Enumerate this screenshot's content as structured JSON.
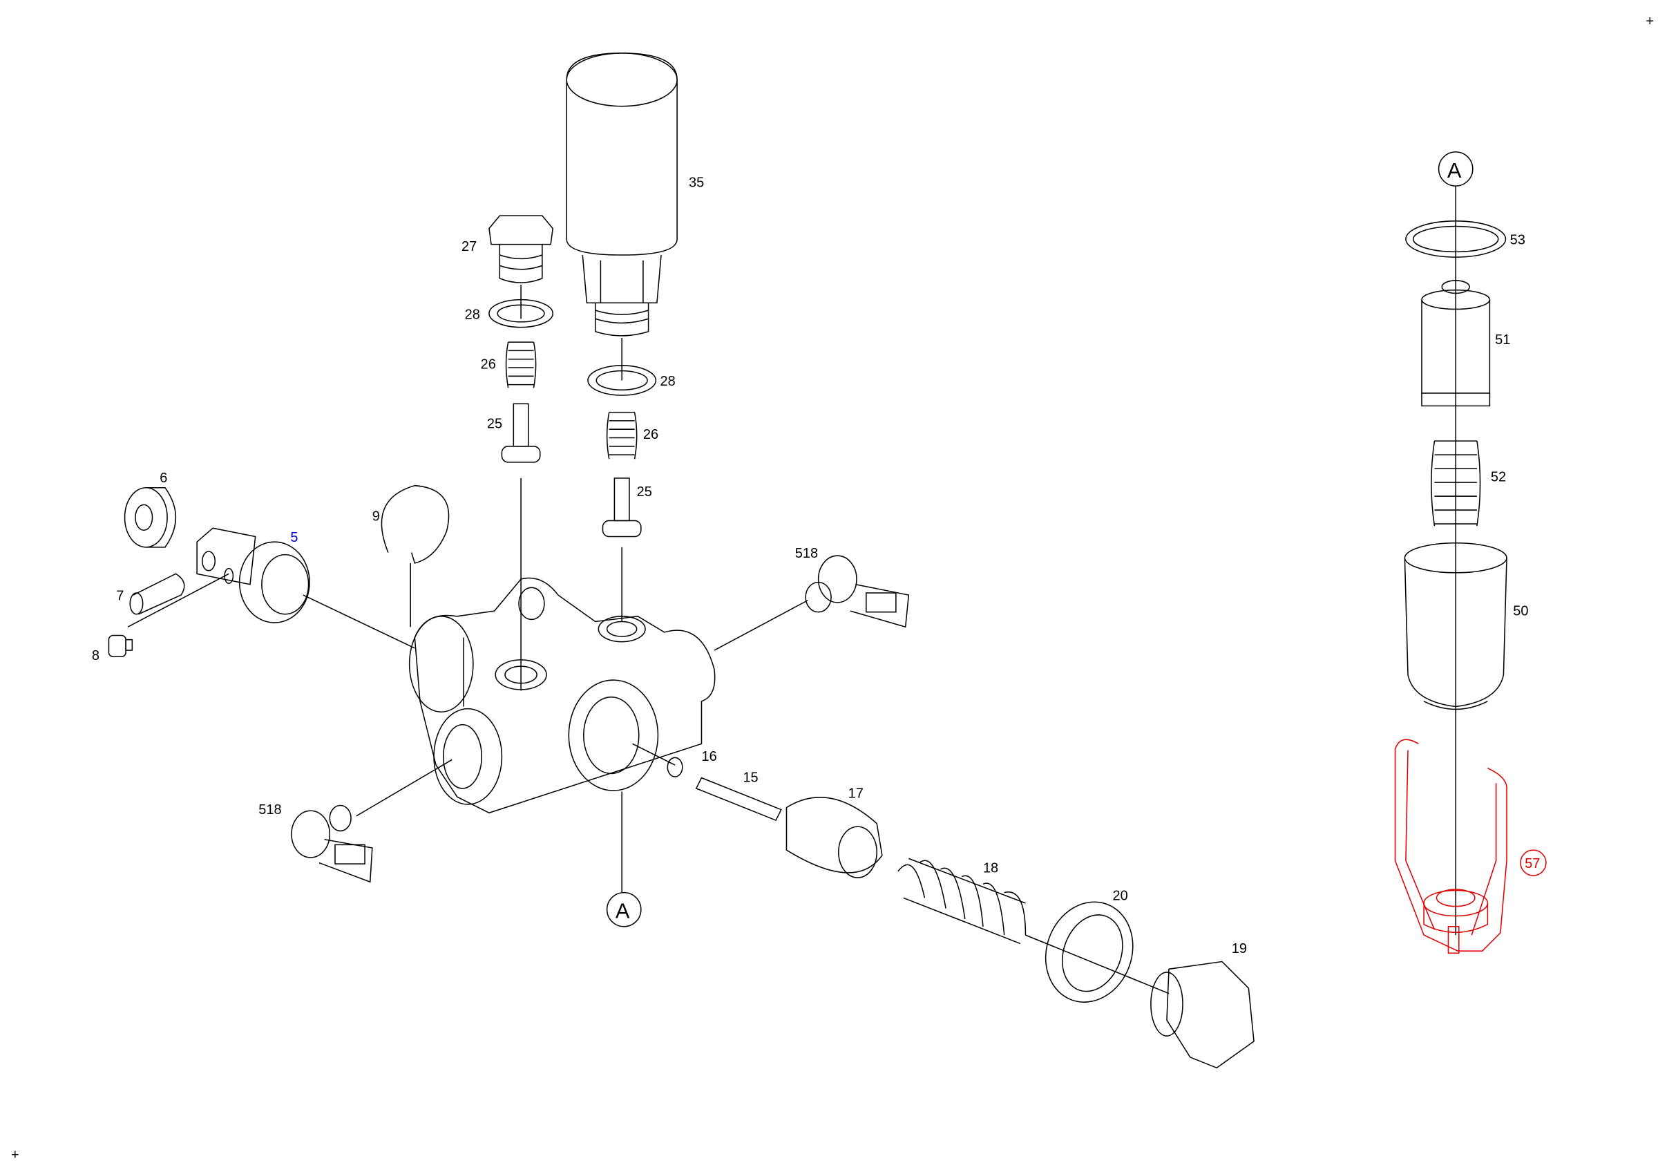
{
  "diagram": {
    "type": "exploded parts diagram",
    "labels": {
      "p35": "35",
      "p27": "27",
      "p28a": "28",
      "p26a": "26",
      "p25a": "25",
      "p28b": "28",
      "p26b": "26",
      "p25b": "25",
      "p6": "6",
      "p5": "5",
      "p9": "9",
      "p7": "7",
      "p8": "8",
      "p518a": "518",
      "p518b": "518",
      "p16": "16",
      "p15": "15",
      "p17": "17",
      "p18": "18",
      "p20": "20",
      "p19": "19",
      "refA_left": "A",
      "refA_right": "A",
      "p53": "53",
      "p51": "51",
      "p52": "52",
      "p50": "50",
      "p57": "57"
    },
    "corner_marks": [
      "+",
      "+"
    ],
    "colors": {
      "line": "#000000",
      "highlight": "#e00000",
      "selected_label": "#0000cc"
    }
  }
}
